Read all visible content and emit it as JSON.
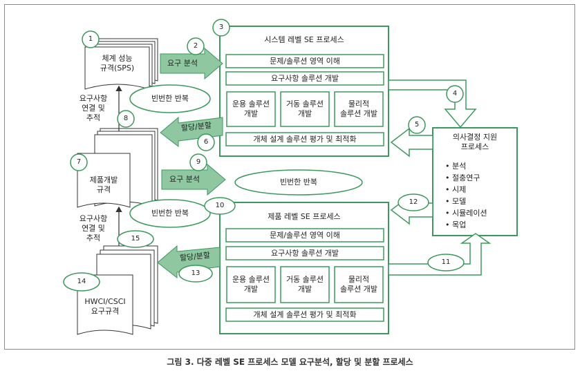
{
  "system_box": {
    "number": "3",
    "title": "시스템 레벨 SE 프로세스",
    "row1": "문제/솔루션 영역 이해",
    "row2": "요구사항 솔루션 개발",
    "cells": [
      "운용 솔루션\n개발",
      "거동 솔루션\n개발",
      "물리적\n솔루션 개발"
    ],
    "bottom": "개체 설계 솔루션 평가 및 최적화"
  },
  "product_box": {
    "number": "10",
    "title": "제품 레벨 SE 프로세스",
    "row1": "문제/솔루션 영역 이해",
    "row2": "요구사항 솔루션 개발",
    "cells": [
      "운용 솔루션\n개발",
      "거동 솔루션\n개발",
      "물리적\n솔루션 개발"
    ],
    "bottom": "개체 설계 솔루션 평가 및 최적화"
  },
  "decision_box": {
    "title": "의사결정 지원\n프로세스",
    "items": [
      "• 분석",
      "• 절충연구",
      "• 시제",
      "• 모델",
      "• 시뮬레이션",
      "• 목업"
    ]
  },
  "docs": {
    "sps": {
      "number": "1",
      "text": "체계 성능\n규격(SPS)"
    },
    "product_spec": {
      "number": "7",
      "text": "제품개발\n규격"
    },
    "hwci": {
      "number": "14",
      "text": "HWCI/CSCI\n요구규격"
    }
  },
  "arrows": {
    "req_analysis_1": "요구 분석",
    "req_analysis_2": "요구 분석",
    "alloc_1": "할당/분할",
    "alloc_2": "할당/분할"
  },
  "ellipses": {
    "iter_1": "빈번한 반복",
    "iter_2": "빈번한 반복",
    "iter_3": "빈번한 반복"
  },
  "side_text": {
    "trace_1": "요구사항\n연결 및\n추적",
    "trace_2": "요구사항\n연결 및\n추적"
  },
  "numbers": {
    "n2": "2",
    "n4": "4",
    "n5": "5",
    "n6": "6",
    "n8": "8",
    "n9": "9",
    "n11": "11",
    "n12": "12",
    "n13": "13",
    "n15": "15"
  },
  "colors": {
    "green": "#3a9a5c",
    "green_fill": "#8ec7a0",
    "border_gray": "#8a8a8a"
  },
  "caption": "그림 3. 다중 레벨 SE 프로세스 모델 요구분석, 할당 및 분할 프로세스"
}
